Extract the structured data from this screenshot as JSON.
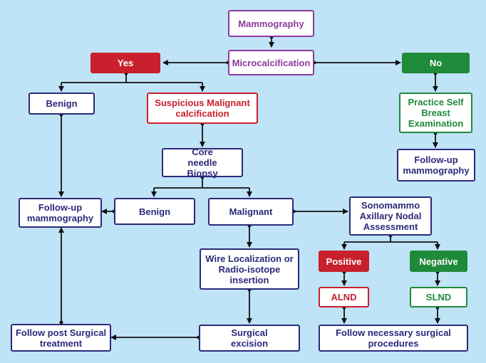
{
  "nodes": {
    "mammography": "Mammography",
    "microcalcification": "Microcalcification",
    "yes": "Yes",
    "no": "No",
    "benign_top": "Benign",
    "suspicious": "Suspicious Malignant calcification",
    "practice": "Practice Self Breast Examination",
    "followup_right": "Follow-up mammography",
    "core_needle": "Core needle Biopsy",
    "followup_left": "Follow-up mammography",
    "benign_mid": "Benign",
    "malignant": "Malignant",
    "sonomammo": "Sonomammo Axillary Nodal Assessment",
    "wire": "Wire Localization or Radio-isotope insertion",
    "positive": "Positive",
    "negative": "Negative",
    "alnd": "ALND",
    "slnd": "SLND",
    "follow_post": "Follow post Surgical treatment",
    "surgical_excision": "Surgical excision",
    "follow_necessary": "Follow necessary surgical procedures"
  },
  "colors": {
    "background": "#bfe3f7",
    "navy": "#2b2a7a",
    "purple": "#8e3a9e",
    "red": "#c8202c",
    "green": "#1f8a3a",
    "connector": "#111111"
  }
}
